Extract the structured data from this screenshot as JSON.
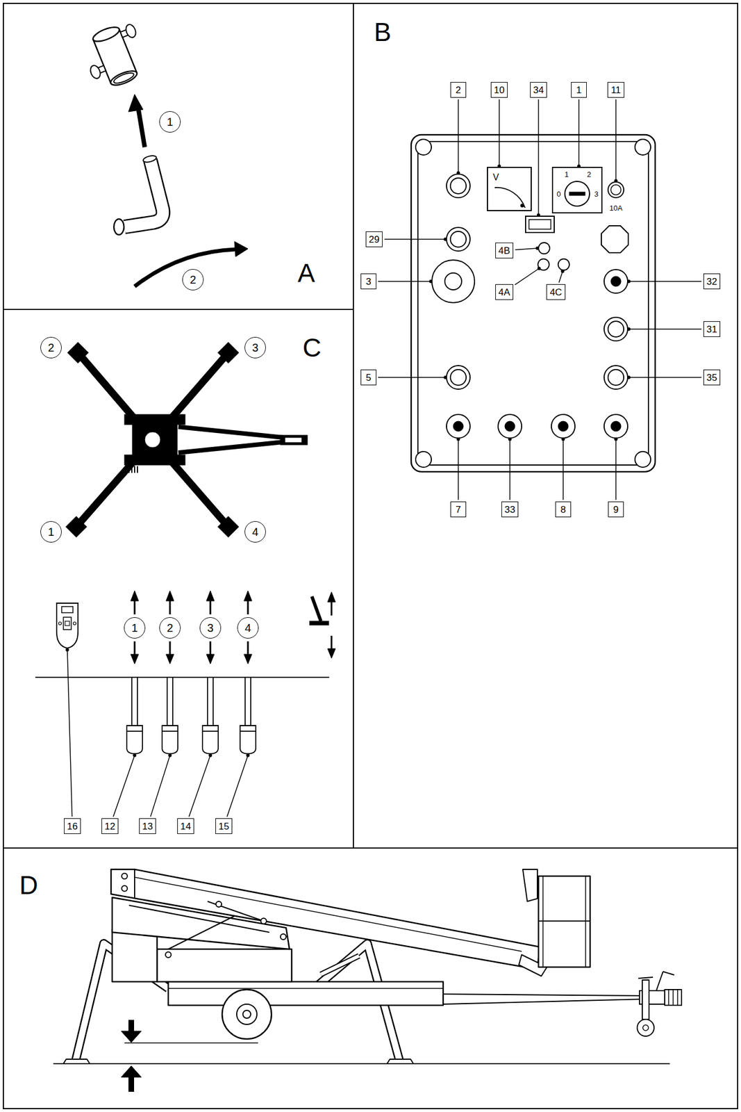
{
  "diagram": {
    "nodes": [
      {
        "text": [
          "A"
        ]
      },
      {
        "text": [
          "B"
        ]
      },
      {
        "text": [
          "C"
        ]
      },
      {
        "text": [
          "D"
        ]
      },
      {
        "text": [
          "1"
        ],
        "in": 0
      },
      {
        "text": [
          "2"
        ],
        "in": 0
      },
      {
        "text": [
          "2"
        ],
        "in": 1
      },
      {
        "text": [
          "10"
        ],
        "in": 1
      },
      {
        "text": [
          "34"
        ],
        "in": 1
      },
      {
        "text": [
          "1"
        ],
        "in": 1
      },
      {
        "text": [
          "11"
        ],
        "in": 1
      },
      {
        "text": [
          "29"
        ],
        "in": 1
      },
      {
        "text": [
          "4B"
        ],
        "in": 1
      },
      {
        "text": [
          "3"
        ],
        "in": 1
      },
      {
        "text": [
          "4A"
        ],
        "in": 1
      },
      {
        "text": [
          "4C"
        ],
        "in": 1
      },
      {
        "text": [
          "32"
        ],
        "in": 1
      },
      {
        "text": [
          "31"
        ],
        "in": 1
      },
      {
        "text": [
          "5"
        ],
        "in": 1
      },
      {
        "text": [
          "35"
        ],
        "in": 1
      },
      {
        "text": [
          "7"
        ],
        "in": 1
      },
      {
        "text": [
          "33"
        ],
        "in": 1
      },
      {
        "text": [
          "8"
        ],
        "in": 1
      },
      {
        "text": [
          "9"
        ],
        "in": 1
      },
      {
        "text": [
          "2"
        ],
        "in": 2
      },
      {
        "text": [
          "3"
        ],
        "in": 2
      },
      {
        "text": [
          "1"
        ],
        "in": 2
      },
      {
        "text": [
          "4"
        ],
        "in": 2
      },
      {
        "text": [
          "1"
        ],
        "in": 2
      },
      {
        "text": [
          "2"
        ],
        "in": 2
      },
      {
        "text": [
          "3"
        ],
        "in": 2
      },
      {
        "text": [
          "4"
        ],
        "in": 2
      },
      {
        "text": [
          "16"
        ],
        "in": 2
      },
      {
        "text": [
          "12"
        ],
        "in": 2
      },
      {
        "text": [
          "13"
        ],
        "in": 2
      },
      {
        "text": [
          "14"
        ],
        "in": 2
      },
      {
        "text": [
          "15"
        ],
        "in": 2
      }
    ],
    "labels": [
      "V",
      "1",
      "2",
      "0",
      "3",
      "10A"
    ]
  }
}
